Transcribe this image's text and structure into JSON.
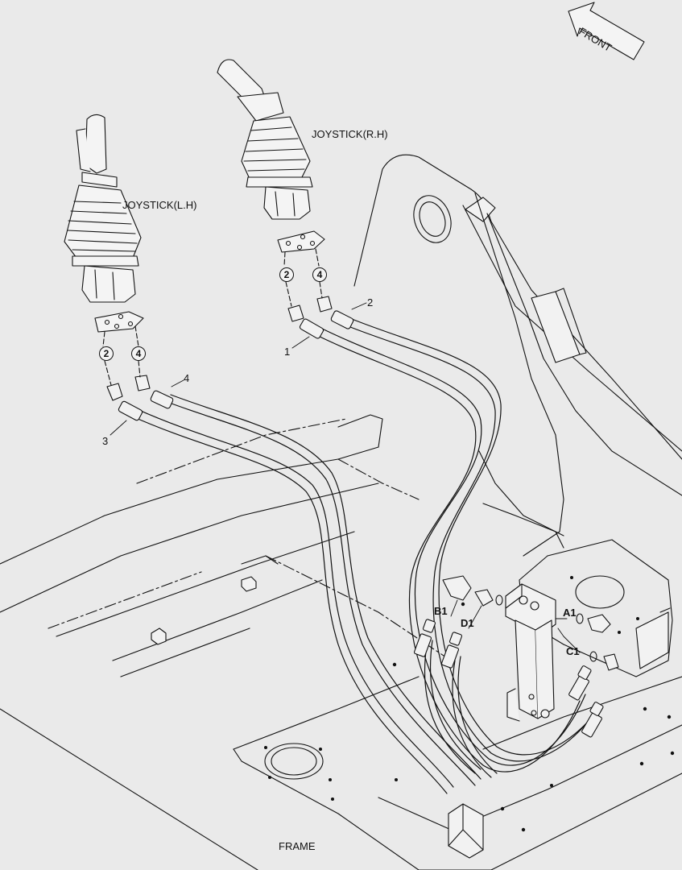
{
  "labels": {
    "front": "FRONT",
    "joystick_rh": "JOYSTICK(R.H)",
    "joystick_lh": "JOYSTICK(L.H)",
    "frame": "FRAME",
    "port_a1": "A1",
    "port_b1": "B1",
    "port_c1": "C1",
    "port_d1": "D1",
    "callout_1": "1",
    "callout_2": "2",
    "callout_3": "3",
    "callout_4": "4",
    "port_rh_2": "2",
    "port_rh_4": "4",
    "port_lh_2": "2",
    "port_lh_4": "4"
  },
  "colors": {
    "background": "#eaeaea",
    "line": "#111111",
    "hose_fill": "#f7f7f7",
    "part_fill": "#f2f2f2",
    "shade": "#cfcfcf"
  }
}
